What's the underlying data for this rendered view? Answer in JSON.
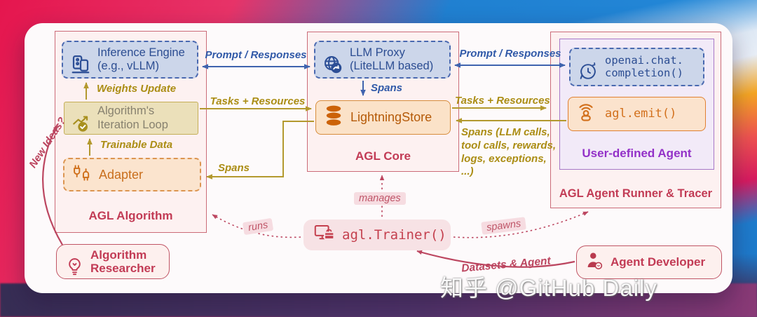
{
  "watermark": "知乎 @GitHub Daily",
  "colors": {
    "blue_accent": "#2c4d92",
    "olive_accent": "#ab8d14",
    "orange_accent": "#c96f1d",
    "crimson_accent": "#c23b55",
    "purple_accent": "#9331c8"
  },
  "icons": [
    "gpu-cards-icon",
    "chart-check-icon",
    "plug-icon",
    "globe-proxy-icon",
    "database-icon",
    "chat-history-icon",
    "broadcast-icon",
    "trainer-monitor-icon",
    "lightbulb-icon",
    "person-icon"
  ],
  "algorithm": {
    "title": "AGL Algorithm",
    "inference_engine": "Inference Engine\n(e.g., vLLM)",
    "iteration_loop": "Algorithm's\nIteration Loop",
    "adapter": "Adapter",
    "weights_update": "Weights Update",
    "trainable_data": "Trainable Data"
  },
  "core": {
    "title": "AGL Core",
    "llm_proxy": "LLM Proxy\n(LiteLLM based)",
    "lightning_store": "LightningStore",
    "spans": "Spans"
  },
  "runner": {
    "title": "AGL Agent Runner & Tracer",
    "user_agent_title": "User-defined Agent",
    "openai_call": "openai.chat.\ncompletion()",
    "emit_call": "agl.emit()"
  },
  "edges": {
    "prompt_responses_left": "Prompt / Responses",
    "prompt_responses_right": "Prompt / Responses",
    "tasks_resources_left": "Tasks + Resources",
    "tasks_resources_right": "Tasks + Resources",
    "spans_to_adapter": "Spans",
    "spans_detail": "Spans (LLM calls,\ntool calls, rewards,\nlogs, exceptions,\n...)",
    "manages": "manages",
    "runs": "runs",
    "spawns": "spawns",
    "datasets_agent": "Datasets & Agent",
    "new_ideas": "New Ideas?"
  },
  "actors": {
    "trainer": "agl.Trainer()",
    "researcher": "Algorithm\nResearcher",
    "developer": "Agent Developer"
  }
}
